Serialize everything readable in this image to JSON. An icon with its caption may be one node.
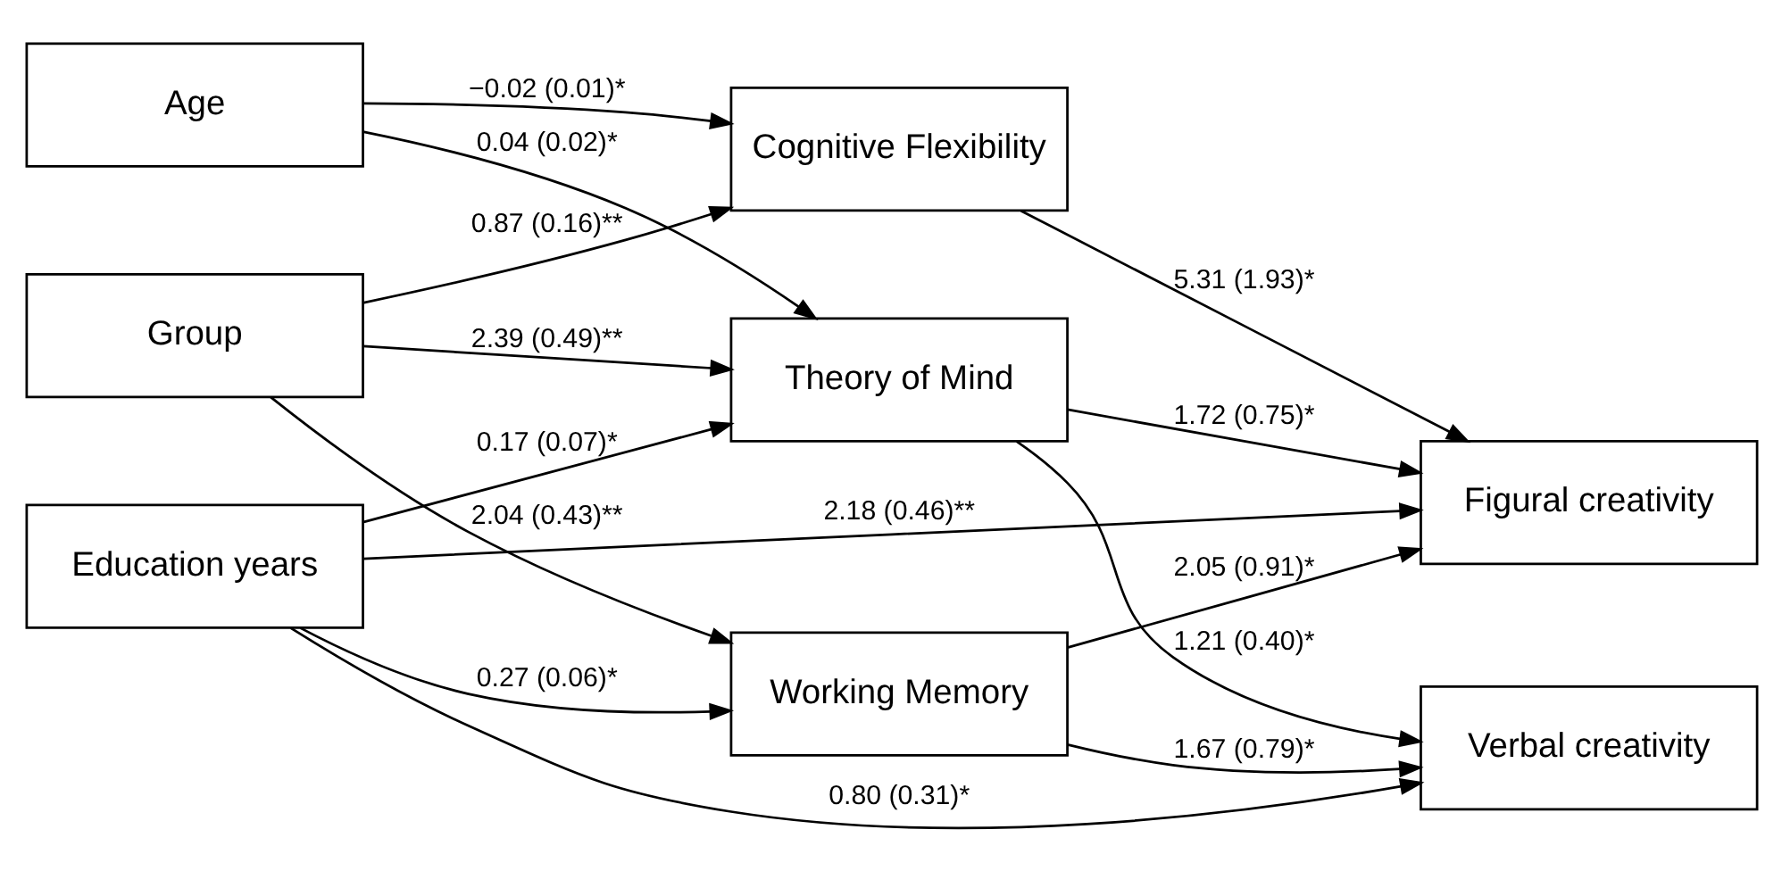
{
  "diagram": {
    "nodes": [
      {
        "text": [
          "Age"
        ]
      },
      {
        "text": [
          "Group"
        ]
      },
      {
        "text": [
          "Education years"
        ]
      },
      {
        "text": [
          "Cognitive Flexibility"
        ]
      },
      {
        "text": [
          "Theory of Mind"
        ]
      },
      {
        "text": [
          "Working Memory"
        ]
      },
      {
        "text": [
          "Figural creativity"
        ]
      },
      {
        "text": [
          "Verbal creativity"
        ]
      }
    ],
    "edges": [
      {
        "from": 2,
        "to": 6,
        "arrow": "to",
        "label": "2.18 (0.46)**"
      },
      {
        "from": 0,
        "to": 3,
        "arrow": "to",
        "label": "−0.02 (0.01)*"
      },
      {
        "from": 0,
        "to": 4,
        "arrow": "to",
        "label": "0.04 (0.02)*"
      },
      {
        "from": 3,
        "to": 6,
        "arrow": "to",
        "label": "5.31 (1.93)*"
      },
      {
        "from": 1,
        "to": 3,
        "arrow": "to",
        "label": "0.87 (0.16)**"
      },
      {
        "from": 1,
        "to": 4,
        "arrow": "to",
        "label": "2.39 (0.49)**"
      },
      {
        "from": 1,
        "to": 5,
        "arrow": "to",
        "label": "2.04 (0.43)**"
      },
      {
        "from": 4,
        "to": 6,
        "arrow": "to",
        "label": "1.72 (0.75)*"
      },
      {
        "from": 4,
        "to": 7,
        "arrow": "to",
        "label": "1.21 (0.40)*"
      },
      {
        "from": 2,
        "to": 4,
        "arrow": "to",
        "label": "0.17 (0.07)*"
      },
      {
        "from": 2,
        "to": 5,
        "arrow": "to",
        "label": "0.27 (0.06)*"
      },
      {
        "from": 5,
        "to": 6,
        "arrow": "to",
        "label": "2.05 (0.91)*"
      },
      {
        "from": 5,
        "to": 7,
        "arrow": "to",
        "label": "1.67 (0.79)*"
      },
      {
        "from": 2,
        "to": 7,
        "arrow": "to",
        "label": "0.80 (0.31)*"
      }
    ]
  }
}
